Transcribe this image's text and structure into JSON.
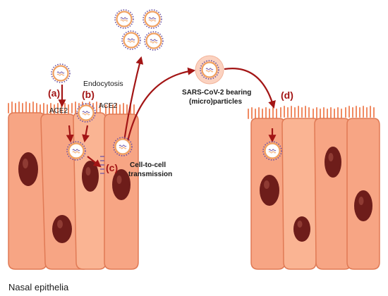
{
  "labels": {
    "a": "(a)",
    "b": "(b)",
    "c": "(c)",
    "d": "(d)",
    "ace2_a": "ACE2",
    "ace2_b": "ACE2",
    "endocytosis": "Endocytosis",
    "cell_to_cell_1": "Cell-to-cell",
    "cell_to_cell_2": "transmission",
    "particles_1": "SARS-CoV-2 bearing",
    "particles_2": "(micro)particles",
    "nasal": "Nasal epithelia"
  },
  "colors": {
    "cell_fill": "#f7a584",
    "cell_stroke": "#e07a55",
    "cilia": "#f08a62",
    "nucleus": "#6e1d1a",
    "arrow": "#a31515",
    "virus_spike": "#6a52a3",
    "virus_ring": "#f0a060"
  },
  "icons": [
    "virus-icon",
    "microparticle-icon",
    "nucleus-icon"
  ]
}
